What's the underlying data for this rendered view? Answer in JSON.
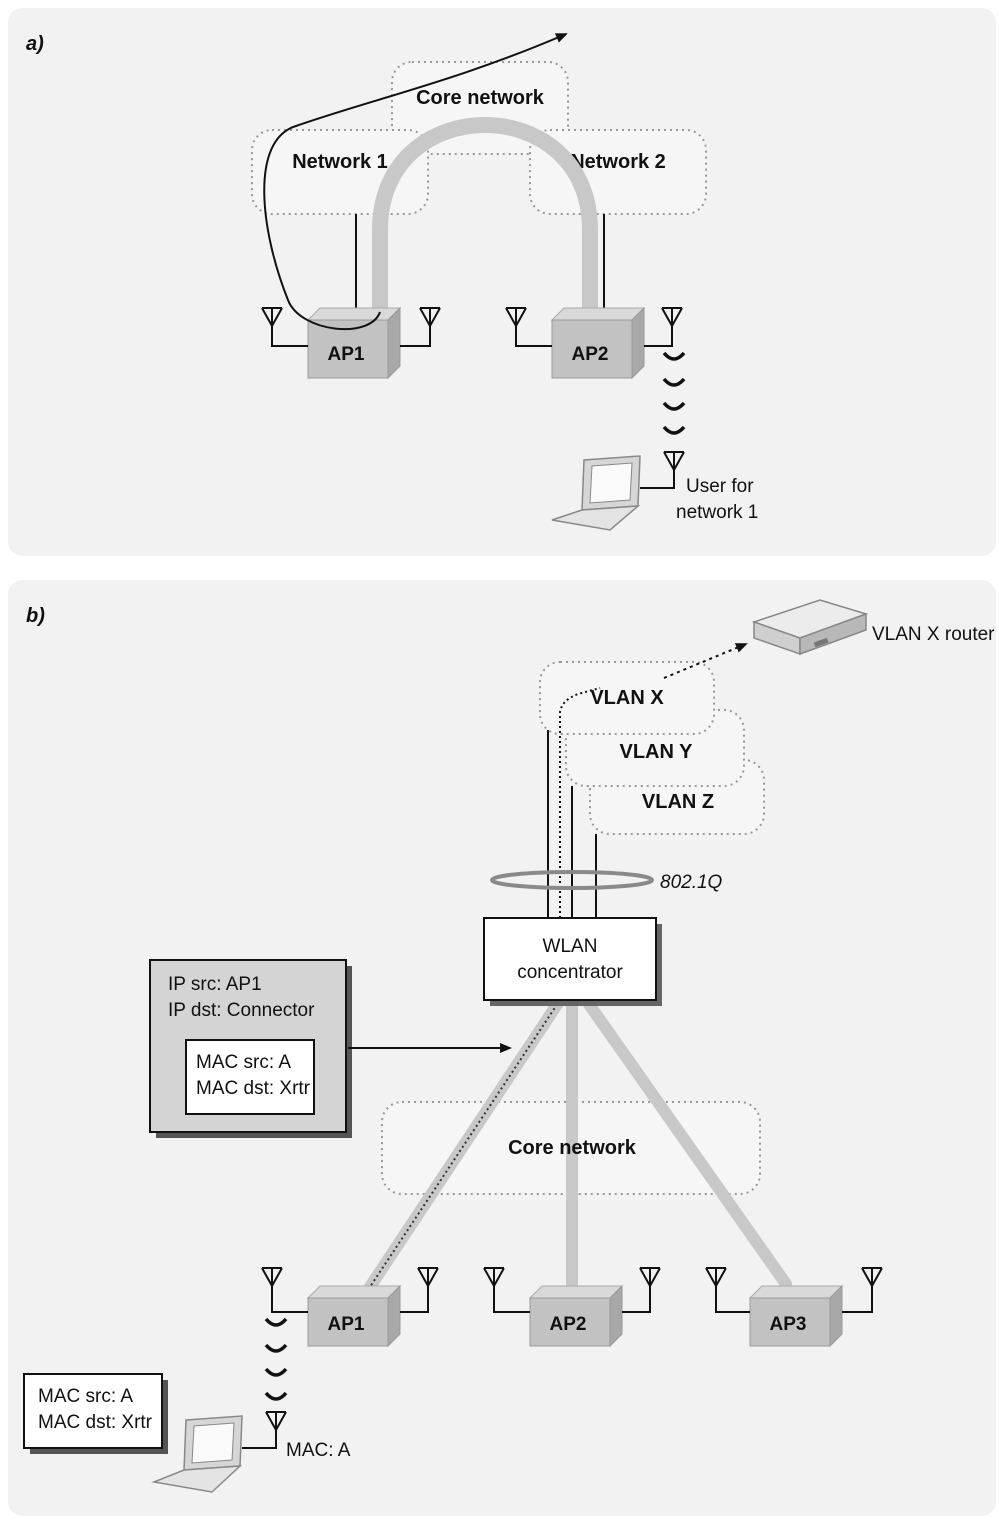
{
  "panel_a": {
    "tag": "a)",
    "core_network": "Core network",
    "network1": "Network 1",
    "network2": "Network 2",
    "ap1": "AP1",
    "ap2": "AP2",
    "user_line1": "User for",
    "user_line2": "network 1"
  },
  "panel_b": {
    "tag": "b)",
    "vlan_x_router": "VLAN X router",
    "vlan_x": "VLAN X",
    "vlan_y": "VLAN Y",
    "vlan_z": "VLAN Z",
    "dot1q": "802.1Q",
    "concentrator_line1": "WLAN",
    "concentrator_line2": "concentrator",
    "ip_src": "IP src: AP1",
    "ip_dst": "IP dst: Connector",
    "inner_mac_src": "MAC src: A",
    "inner_mac_dst": "MAC dst: Xrtr",
    "core_network": "Core network",
    "ap1": "AP1",
    "ap2": "AP2",
    "ap3": "AP3",
    "client_mac_src": "MAC src: A",
    "client_mac_dst": "MAC dst: Xrtr",
    "client_mac": "MAC: A"
  }
}
